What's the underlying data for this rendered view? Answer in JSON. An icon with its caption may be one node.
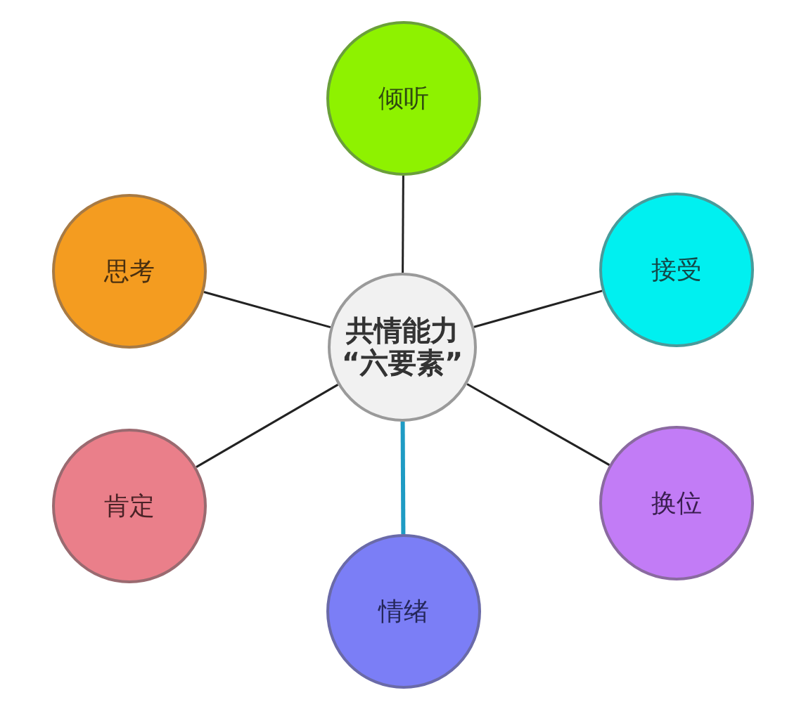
{
  "diagram": {
    "nodes": [
      {
        "text": [
          "倾听"
        ]
      },
      {
        "text": [
          "思考"
        ]
      },
      {
        "text": [
          "接受"
        ]
      },
      {
        "text": [
          "共情能力“六要素”"
        ]
      },
      {
        "text": [
          "肯定"
        ]
      },
      {
        "text": [
          "换位"
        ]
      },
      {
        "text": [
          "情绪"
        ]
      }
    ],
    "edges": [
      {
        "from": 3,
        "to": 0,
        "arrow": "none"
      },
      {
        "from": 3,
        "to": 1,
        "arrow": "none"
      },
      {
        "from": 3,
        "to": 2,
        "arrow": "none"
      },
      {
        "from": 3,
        "to": 4,
        "arrow": "none"
      },
      {
        "from": 3,
        "to": 5,
        "arrow": "none"
      },
      {
        "from": 3,
        "to": 6,
        "arrow": "none",
        "style": "thick",
        "color": "#1e9bc4"
      }
    ]
  }
}
